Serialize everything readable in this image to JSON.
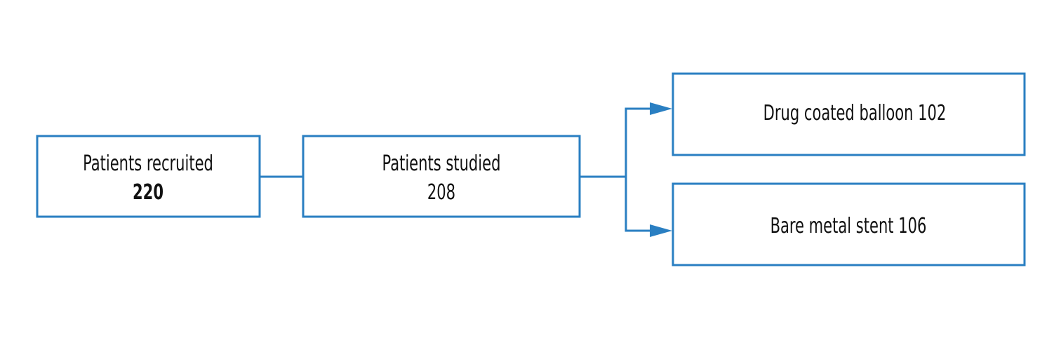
{
  "colors": {
    "stroke": "#2a7fc2",
    "text": "#111111",
    "background": "#ffffff"
  },
  "nodes": {
    "recruited": {
      "label": "Patients recruited",
      "value": "220"
    },
    "studied": {
      "label": "Patients studied",
      "value": "208"
    },
    "dcb": {
      "label": "Drug coated balloon 102"
    },
    "bms": {
      "label": "Bare metal stent 106"
    }
  }
}
